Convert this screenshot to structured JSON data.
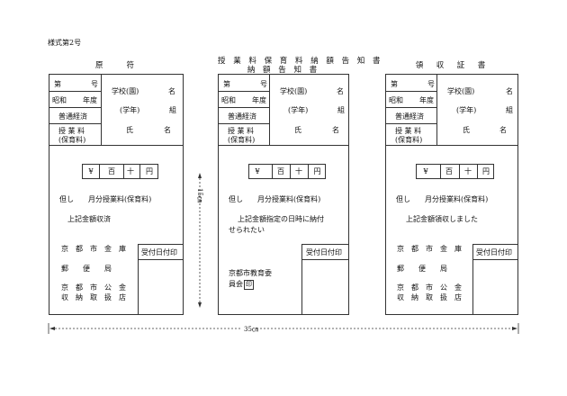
{
  "form_id": "様式第2号",
  "dimensions": {
    "height_label": "15㎝",
    "width_label": "35㎝"
  },
  "forms": [
    {
      "title_line1": "原　　符",
      "title_line2": "",
      "header": {
        "number_left": "第",
        "number_right": "号",
        "era_left": "昭和",
        "era_right": "年度",
        "account": "普通経済",
        "fee_label_1": "授 業 料",
        "fee_label_2": "(保育料)",
        "school": "学校(園)",
        "name_suffix": "名",
        "grade": "(学年)",
        "class_suffix": "組",
        "person": "氏",
        "person_suffix": "名"
      },
      "amount": {
        "yen": "¥",
        "hundred": "百",
        "ten": "十",
        "unit": "円"
      },
      "month_line_prefix": "但し",
      "month_line_text": "月分授業料(保育料)",
      "statement_1": "上記金額収済",
      "statement_2": "",
      "bank_1": "京　都　市　金　庫",
      "bank_2": "郵　　便　　局",
      "bank_3a": "京　都　市　公　金",
      "bank_3b": "収　納　取　扱　店",
      "stamp_label": "受付日付印"
    },
    {
      "title_line1": "授 業 料 保 育 料 納 額 告 知 書",
      "title_line2": "納 額 告 知 書",
      "header": {
        "number_left": "第",
        "number_right": "号",
        "era_left": "昭和",
        "era_right": "年度",
        "account": "普通経済",
        "fee_label_1": "授 業 料",
        "fee_label_2": "(保育料)",
        "school": "学校(園)",
        "name_suffix": "名",
        "grade": "(学年)",
        "class_suffix": "組",
        "person": "氏",
        "person_suffix": "名"
      },
      "amount": {
        "yen": "¥",
        "hundred": "百",
        "ten": "十",
        "unit": "円"
      },
      "month_line_prefix": "但し",
      "month_line_text": "月分授業料(保育料)",
      "statement_1": "上記金額指定の日時に納付",
      "statement_2": "せられたい",
      "issuer_1": "京都市教育委",
      "issuer_2": "員会",
      "issuer_seal": "印",
      "stamp_label": "受付日付印"
    },
    {
      "title_line1": "領　収　証　書",
      "title_line2": "",
      "header": {
        "number_left": "第",
        "number_right": "号",
        "era_left": "昭和",
        "era_right": "年度",
        "account": "普通経済",
        "fee_label_1": "授 業 料",
        "fee_label_2": "(保育料)",
        "school": "学校(園)",
        "name_suffix": "名",
        "grade": "(学年)",
        "class_suffix": "組",
        "person": "氏",
        "person_suffix": "名"
      },
      "amount": {
        "yen": "¥",
        "hundred": "百",
        "ten": "十",
        "unit": "円"
      },
      "month_line_prefix": "但し",
      "month_line_text": "月分授業料(保育料)",
      "statement_1": "上記金額領収しました",
      "statement_2": "",
      "bank_1": "京　都　市　金　庫",
      "bank_2": "郵　　便　　局",
      "bank_3a": "京　都　市　公　金",
      "bank_3b": "収　納　取　扱　店",
      "stamp_label": "受付日付印"
    }
  ]
}
